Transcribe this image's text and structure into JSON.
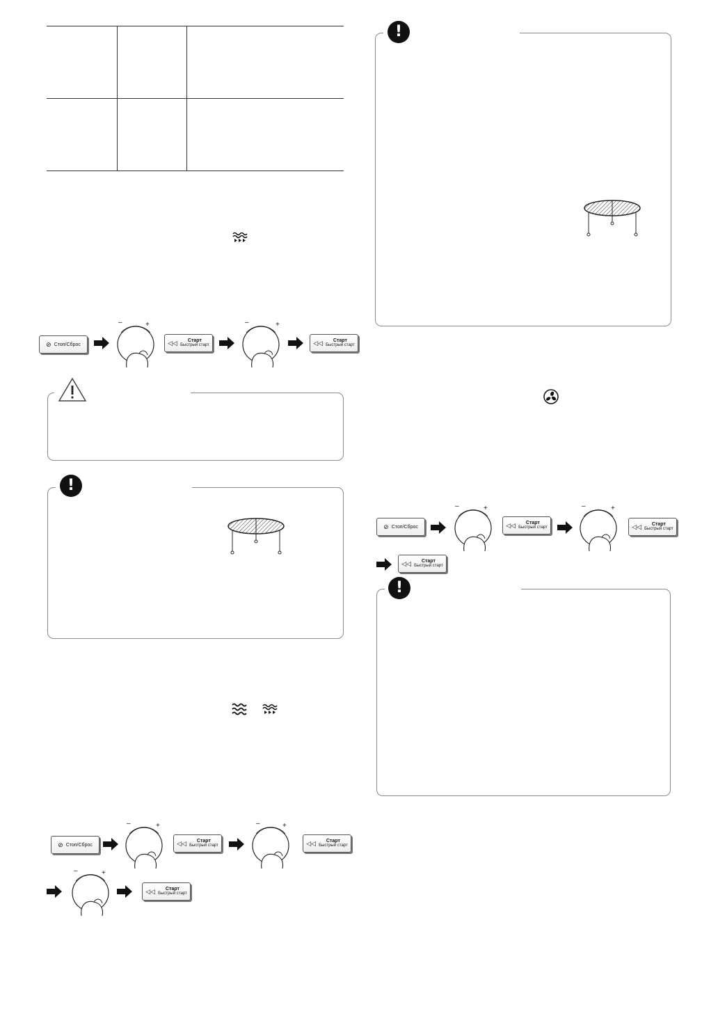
{
  "buttons": {
    "stop_reset": "Стоп/Сброс",
    "start": "Старт",
    "quick_start": "Быстрый старт"
  },
  "icons": {
    "stop": "stop-icon",
    "start": "start-icon",
    "arrow": "arrow-right-icon",
    "dial": "dial-knob-icon",
    "warning": "warning-triangle-icon",
    "note": "exclamation-icon",
    "grill": "grill-waves-icon",
    "microwave": "microwave-waves-icon",
    "convection": "fan-icon",
    "rack": "grill-rack-icon"
  },
  "dial": {
    "minus": "–",
    "plus": "+"
  },
  "badges": {
    "note": "!"
  },
  "colors": {
    "border": "#8a8a8a",
    "badge": "#111111"
  }
}
